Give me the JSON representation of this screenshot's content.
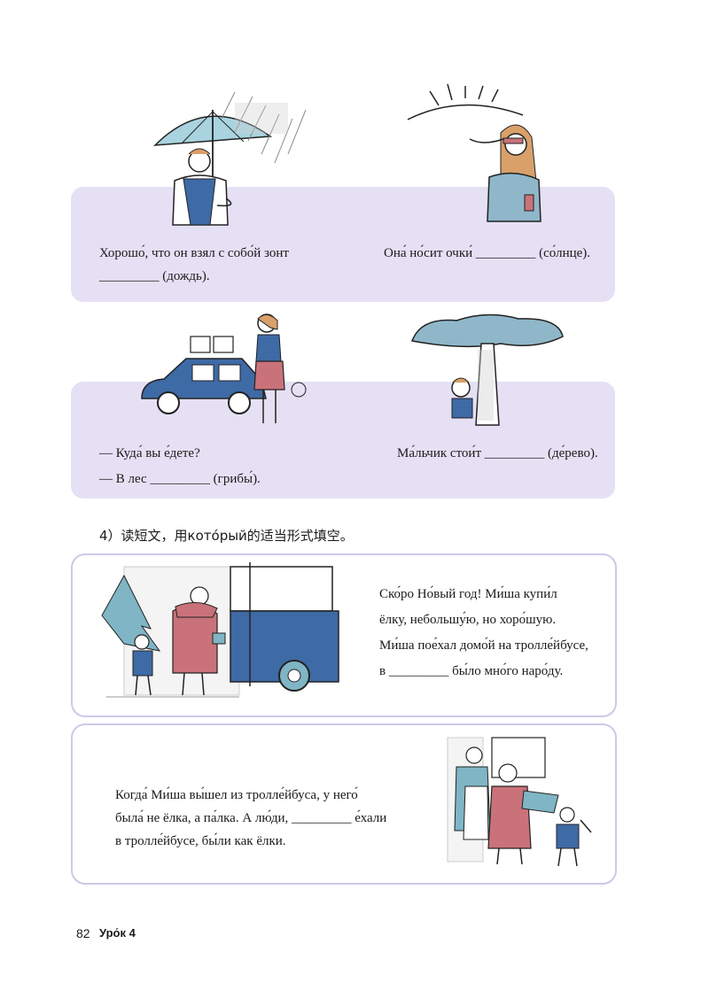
{
  "exercise3": {
    "items": [
      {
        "line1": "Хорошо́, что он взял с собо́й зонт",
        "line2": "_________ (дождь)."
      },
      {
        "line1": "Она́ но́сит очки́ _________ (со́лнце)."
      },
      {
        "line1": "— Куда́ вы е́дете?",
        "line2": "— В лес _________ (грибы́)."
      },
      {
        "line1": "Ма́льчик стои́т _________ (де́рево)."
      }
    ]
  },
  "exercise4": {
    "instruction": "4）读短文，用кото́рый的适当形式填空。",
    "story1": [
      "Ско́ро Но́вый год! Ми́ша купи́л",
      "ёлку, небольшу́ю, но хоро́шую.",
      "Ми́ша пое́хал домо́й на тролле́йбусе,",
      "в _________ бы́ло мно́го наро́ду."
    ],
    "story2": [
      "Когда́ Ми́ша вы́шел из тролле́йбуса, у него́",
      "была́ не ёлка, а па́лка. А лю́ди, _________ е́хали",
      "в тролле́йбусе, бы́ли как ёлки."
    ]
  },
  "footer": {
    "page_number": "82",
    "lesson": "Уро́к 4"
  },
  "colors": {
    "panel": "#e6e0f5",
    "frame": "#cfc7ea",
    "blue": "#3e6aa6",
    "teal": "#7fb5c4",
    "pink": "#c9727a"
  }
}
